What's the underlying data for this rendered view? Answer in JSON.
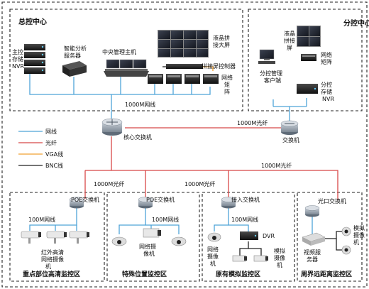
{
  "regions": {
    "hq": {
      "title": "总控中心"
    },
    "branch": {
      "title": "分控中心"
    },
    "hd": {
      "title": "重点部位高清监控区"
    },
    "special": {
      "title": "特殊位置监控区"
    },
    "analog": {
      "title": "原有模拟监控区"
    },
    "remote": {
      "title": "周界远距离监控区"
    }
  },
  "labels": {
    "hq_nvr": [
      "主控",
      "存储",
      "NVR"
    ],
    "analytics": [
      "智能分析",
      "服务器"
    ],
    "central_host": "中央管理主机",
    "lcd_wall": [
      "液晶拼",
      "接大屏"
    ],
    "splice_ctrl": "拼接屏控制器",
    "hq_matrix": [
      "网络",
      "矩",
      "阵"
    ],
    "hq_net": "1000M网线",
    "core_switch": "核心交换机",
    "branch_lcd": [
      "液晶",
      "拼接",
      "屏"
    ],
    "branch_matrix": [
      "网络",
      "矩阵"
    ],
    "branch_client": [
      "分控管理",
      "客户端"
    ],
    "branch_nvr": [
      "分控",
      "存储",
      "NVR"
    ],
    "fiber_to_switch": "1000M光纤",
    "switch": "交换机",
    "fiber_to_remote": "1000M光纤",
    "fiber_poe1": "1000M光纤",
    "fiber_access": "1000M光纤",
    "poe_switch1": "POE交换机",
    "poe_switch2": "POE交换机",
    "access_switch": "接入交换机",
    "optical_switch": "光口交换机",
    "hd_net": "100M网线",
    "special_net": "100M网线",
    "analog_net": "100M网线",
    "hd_cam": [
      "红外高清",
      "网络摄像",
      "机"
    ],
    "net_cam": [
      "网络摄",
      "像机"
    ],
    "dvr": "DVR",
    "analog_netcam": [
      "网络",
      "摄像",
      "机"
    ],
    "analog_cam": [
      "模拟",
      "摄像",
      "机"
    ],
    "video_server": [
      "视频服",
      "务器"
    ],
    "remote_cam": [
      "模拟",
      "摄像",
      "机"
    ]
  },
  "legend": [
    {
      "label": "网线",
      "color": "#4ea3d8"
    },
    {
      "label": "光纤",
      "color": "#d84848"
    },
    {
      "label": "VGA线",
      "color": "#f0a030"
    },
    {
      "label": "BNC线",
      "color": "#222222"
    }
  ]
}
